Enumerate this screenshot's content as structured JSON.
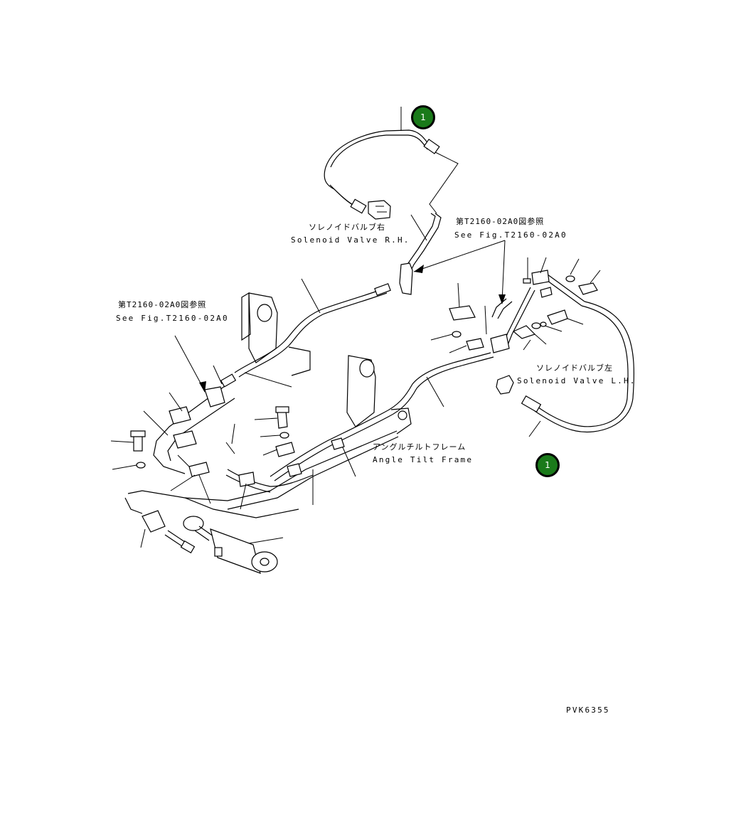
{
  "markers": [
    {
      "label": "1"
    },
    {
      "label": "1"
    }
  ],
  "labels": {
    "solenoid_rh_jp": "ソレノイドバルブ右",
    "solenoid_rh_en": "Solenoid Valve R.H.",
    "see_fig_right_jp": "第T2160-02A0図参照",
    "see_fig_right_en": "See Fig.T2160-02A0",
    "see_fig_left_jp": "第T2160-02A0図参照",
    "see_fig_left_en": "See Fig.T2160-02A0",
    "solenoid_lh_jp": "ソレノイドバルブ左",
    "solenoid_lh_en": "Solenoid Valve L.H.",
    "frame_jp": "アングルチルトフレーム",
    "frame_en": "Angle Tilt Frame",
    "drawing_code": "PVK6355"
  },
  "colors": {
    "marker_fill": "#1a7a1a",
    "line": "#000000",
    "background": "#ffffff"
  }
}
